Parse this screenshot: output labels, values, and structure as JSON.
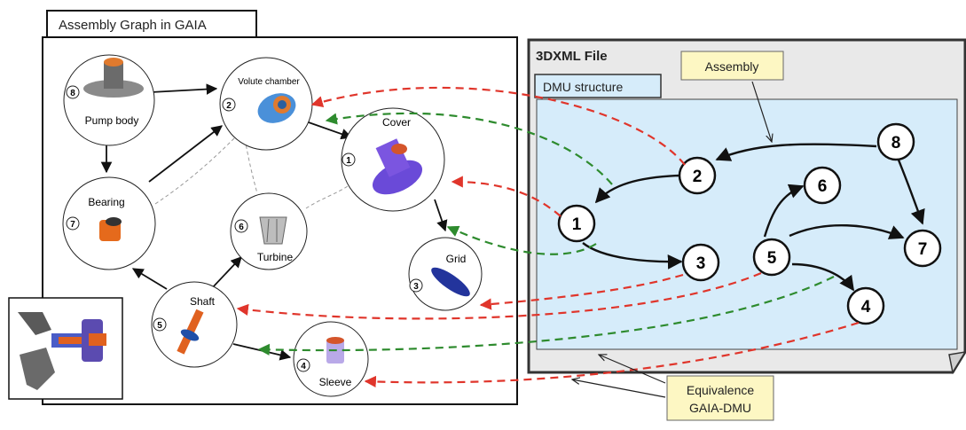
{
  "gaia": {
    "title": "Assembly Graph in GAIA",
    "nodes": [
      {
        "num": "8",
        "label": "Pump body"
      },
      {
        "num": "2",
        "label": "Volute chamber"
      },
      {
        "num": "1",
        "label": "Cover"
      },
      {
        "num": "7",
        "label": "Bearing"
      },
      {
        "num": "6",
        "label": "Turbine"
      },
      {
        "num": "3",
        "label": "Grid"
      },
      {
        "num": "5",
        "label": "Shaft"
      },
      {
        "num": "4",
        "label": "Sleeve"
      }
    ]
  },
  "file": {
    "title": "3DXML File",
    "dmu_label": "DMU structure",
    "assembly_callout": "Assembly",
    "nodes": [
      "8",
      "2",
      "1",
      "6",
      "3",
      "5",
      "7",
      "4"
    ]
  },
  "equivalence": {
    "line1": "Equivalence",
    "line2": "GAIA-DMU"
  },
  "colors": {
    "red_link": "#e0352b",
    "green_link": "#2e8b2e",
    "dmu_fill": "#d6ecfa",
    "callout_fill": "#fdf7c3",
    "file_fill": "#efefef"
  }
}
